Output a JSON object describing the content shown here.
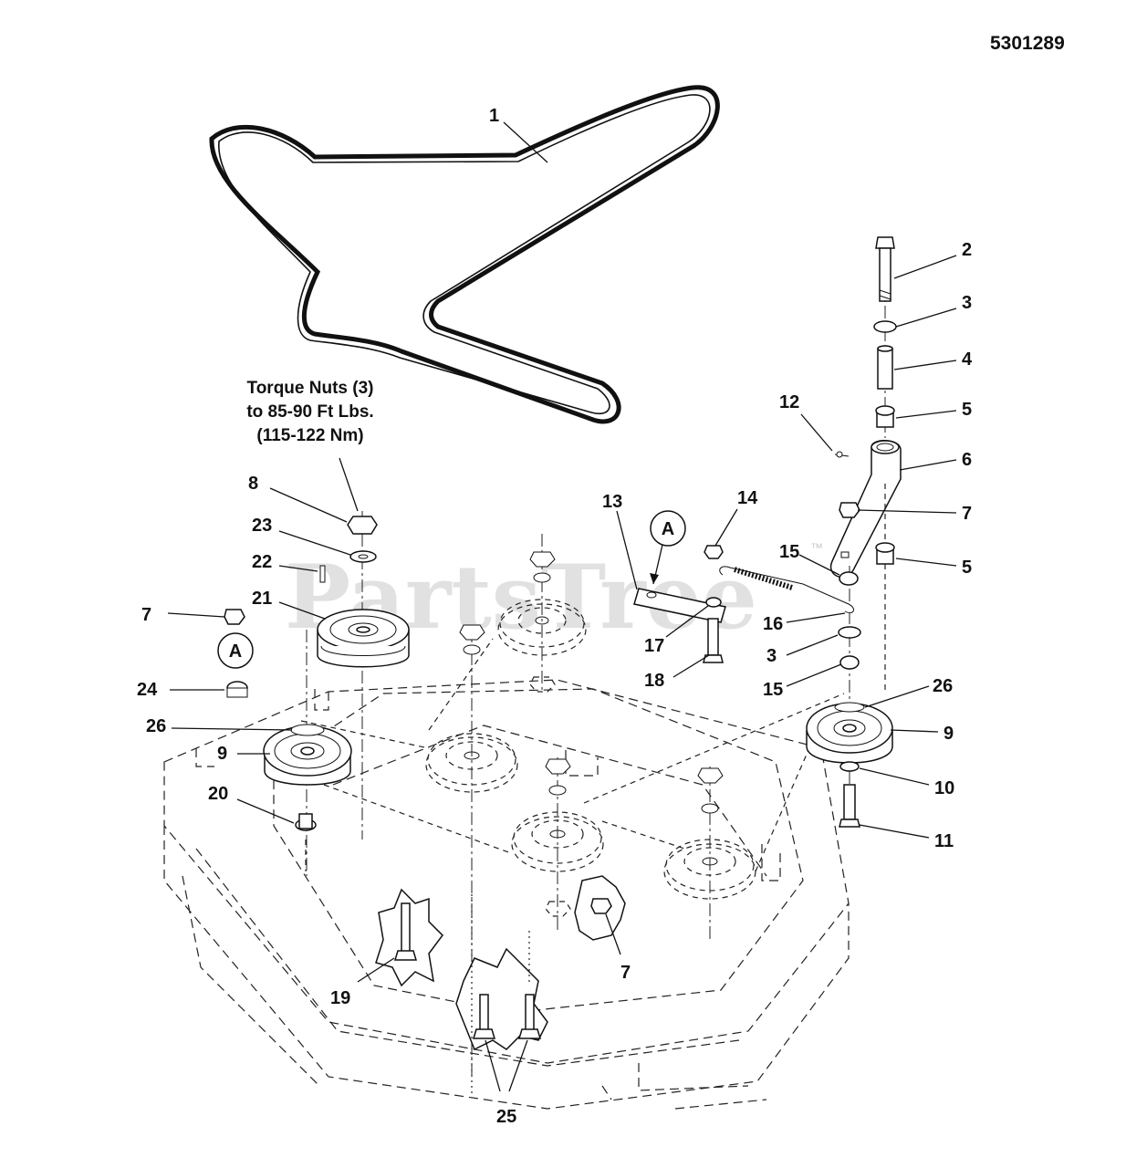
{
  "document_number": "5301289",
  "watermark": {
    "text": "PartsTree",
    "trademark": "™"
  },
  "torque_note": {
    "lines": [
      "Torque Nuts (3)",
      "to 85-90 Ft Lbs.",
      "(115-122 Nm)"
    ]
  },
  "reference_marker": "A",
  "callouts": {
    "c1": "1",
    "c2": "2",
    "c3a": "3",
    "c3b": "3",
    "c4": "4",
    "c5a": "5",
    "c5b": "5",
    "c6": "6",
    "c7a": "7",
    "c7b": "7",
    "c7c": "7",
    "c8": "8",
    "c9a": "9",
    "c9b": "9",
    "c10": "10",
    "c11": "11",
    "c12": "12",
    "c13": "13",
    "c14": "14",
    "c15a": "15",
    "c15b": "15",
    "c16": "16",
    "c17": "17",
    "c18": "18",
    "c19": "19",
    "c20": "20",
    "c21": "21",
    "c22": "22",
    "c23": "23",
    "c24": "24",
    "c25": "25",
    "c26a": "26",
    "c26b": "26"
  }
}
